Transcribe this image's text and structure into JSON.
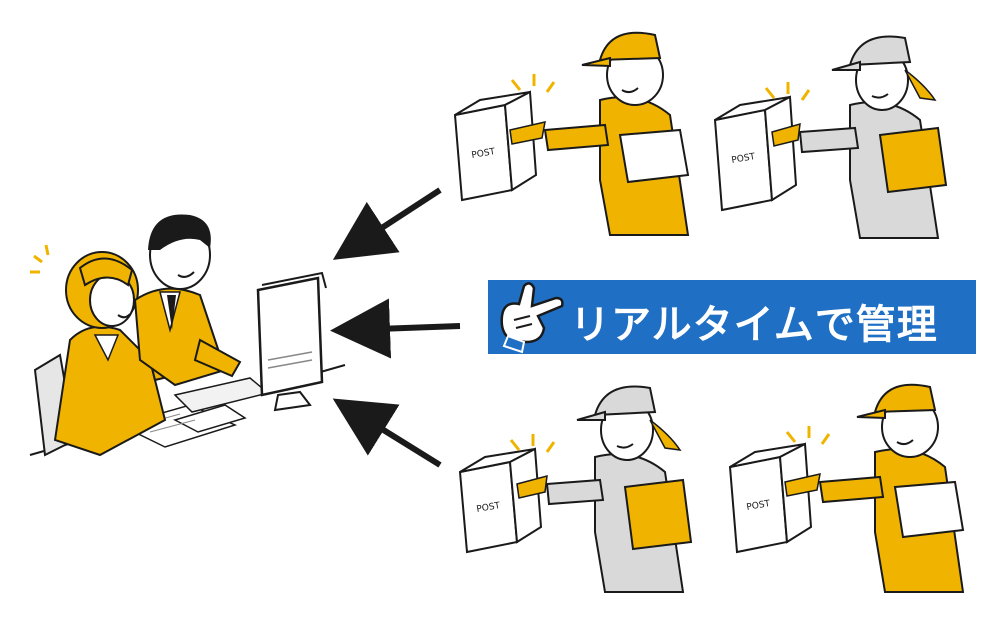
{
  "banner": {
    "label": "リアルタイムで管理"
  },
  "mailboxes": [
    {
      "label": "POST"
    },
    {
      "label": "POST"
    },
    {
      "label": "POST"
    },
    {
      "label": "POST"
    }
  ],
  "colors": {
    "accent_yellow": "#f0b400",
    "banner_blue": "#1f6fc4",
    "uniform_gray": "#d9d9d9",
    "outline": "#1a1a1a"
  },
  "icons": [
    "pointing-hand-icon",
    "mailbox-icon",
    "arrow-icon",
    "computer-monitor-icon"
  ]
}
